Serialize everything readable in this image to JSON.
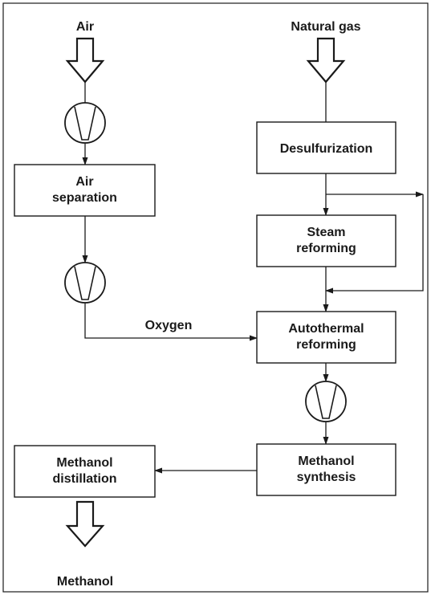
{
  "inputs": {
    "air": "Air",
    "natural_gas": "Natural gas"
  },
  "boxes": {
    "desulfurization": [
      "Desulfurization"
    ],
    "air_separation": [
      "Air",
      "separation"
    ],
    "steam_reforming": [
      "Steam",
      "reforming"
    ],
    "autothermal_reforming": [
      "Autothermal",
      "reforming"
    ],
    "methanol_synthesis": [
      "Methanol",
      "synthesis"
    ],
    "methanol_distillation": [
      "Methanol",
      "distillation"
    ]
  },
  "streams": {
    "oxygen": "Oxygen"
  },
  "outputs": {
    "methanol": "Methanol"
  }
}
